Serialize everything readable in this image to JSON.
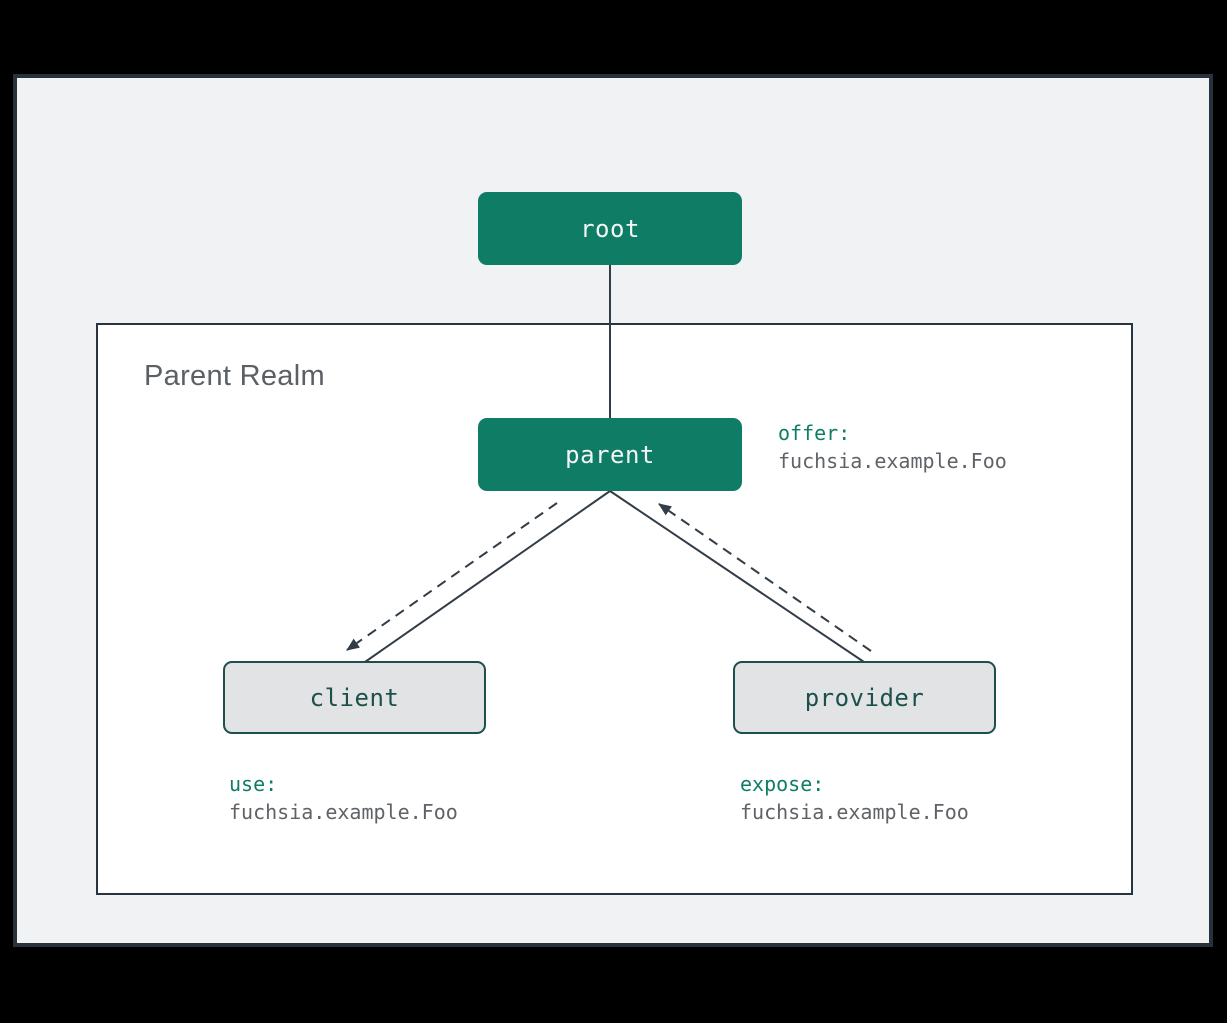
{
  "diagram": {
    "realm": {
      "title": "Parent Realm"
    },
    "nodes": [
      {
        "id": "root",
        "label": "root",
        "variant": "teal"
      },
      {
        "id": "parent",
        "label": "parent",
        "variant": "teal"
      },
      {
        "id": "client",
        "label": "client",
        "variant": "gray"
      },
      {
        "id": "provider",
        "label": "provider",
        "variant": "gray"
      }
    ],
    "annotations": [
      {
        "id": "offer",
        "attached_to": "parent",
        "keyword": "offer:",
        "value": "fuchsia.example.Foo"
      },
      {
        "id": "use",
        "attached_to": "client",
        "keyword": "use:",
        "value": "fuchsia.example.Foo"
      },
      {
        "id": "expose",
        "attached_to": "provider",
        "keyword": "expose:",
        "value": "fuchsia.example.Foo"
      }
    ],
    "edges": [
      {
        "from": "root",
        "to": "parent",
        "style": "solid",
        "arrow": "none"
      },
      {
        "from": "parent",
        "to": "client",
        "style": "solid",
        "arrow": "none"
      },
      {
        "from": "parent",
        "to": "provider",
        "style": "solid",
        "arrow": "none"
      },
      {
        "from": "parent",
        "to": "client",
        "style": "dashed",
        "arrow": "to",
        "meaning": "offer routing"
      },
      {
        "from": "provider",
        "to": "parent",
        "style": "dashed",
        "arrow": "to",
        "meaning": "expose routing"
      }
    ],
    "colors": {
      "background": "#000000",
      "canvas": "#f1f2f4",
      "canvas_border": "#28323c",
      "realm_fill": "#ffffff",
      "realm_border": "#2a343e",
      "node_teal": "#0f7d66",
      "node_teal_text": "#f3f5f6",
      "node_gray_fill": "#e2e3e5",
      "node_gray_border": "#1d504d",
      "node_gray_text": "#1d504d",
      "keyword_teal": "#0e7d66",
      "value_gray": "#5f6368",
      "title_gray": "#5b6065",
      "connector": "#333d47"
    }
  }
}
